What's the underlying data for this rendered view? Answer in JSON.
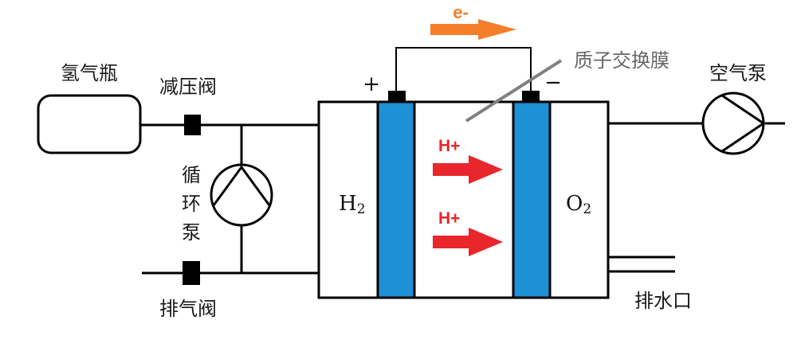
{
  "labels": {
    "hydrogen_tank": "氢气瓶",
    "pressure_reducing_valve": "减压阀",
    "circulation_pump_1": "循",
    "circulation_pump_2": "环",
    "circulation_pump_3": "泵",
    "exhaust_valve": "排气阀",
    "proton_exchange_membrane": "质子交换膜",
    "air_pump": "空气泵",
    "drain_outlet": "排水口",
    "electron_flow": "e-",
    "proton_1": "H+",
    "proton_2": "H+",
    "anode_chamber": "H",
    "anode_chamber_sub": "2",
    "cathode_chamber": "O",
    "cathode_chamber_sub": "2",
    "plus_terminal": "+",
    "minus_terminal": "−"
  },
  "colors": {
    "membrane_blue": "#1e90d6",
    "proton_arrow_red": "#e8262b",
    "electron_arrow_orange": "#f47e2a",
    "line": "#000000",
    "membrane_label_line": "#808080"
  }
}
